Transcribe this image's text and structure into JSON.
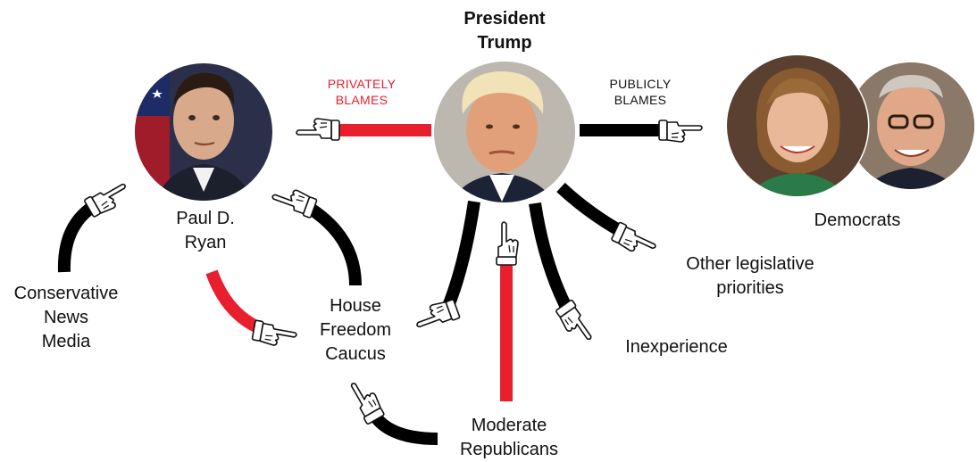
{
  "title": {
    "line1": "President",
    "line2": "Trump"
  },
  "people": {
    "ryan": {
      "line1": "Paul D.",
      "line2": "Ryan"
    },
    "democrats": "Democrats"
  },
  "blame_labels": {
    "private": {
      "line1": "PRIVATELY",
      "line2": "BLAMES"
    },
    "public": {
      "line1": "PUBLICLY",
      "line2": "BLAMES"
    }
  },
  "targets": {
    "conservative_media": {
      "line1": "Conservative",
      "line2": "News",
      "line3": "Media"
    },
    "freedom_caucus": {
      "line1": "House",
      "line2": "Freedom",
      "line3": "Caucus"
    },
    "moderates": {
      "line1": "Moderate",
      "line2": "Republicans"
    },
    "legislative": {
      "line1": "Other legislative",
      "line2": "priorities"
    },
    "inexperience": "Inexperience"
  },
  "colors": {
    "private": "#e8202e",
    "public": "#000000"
  }
}
